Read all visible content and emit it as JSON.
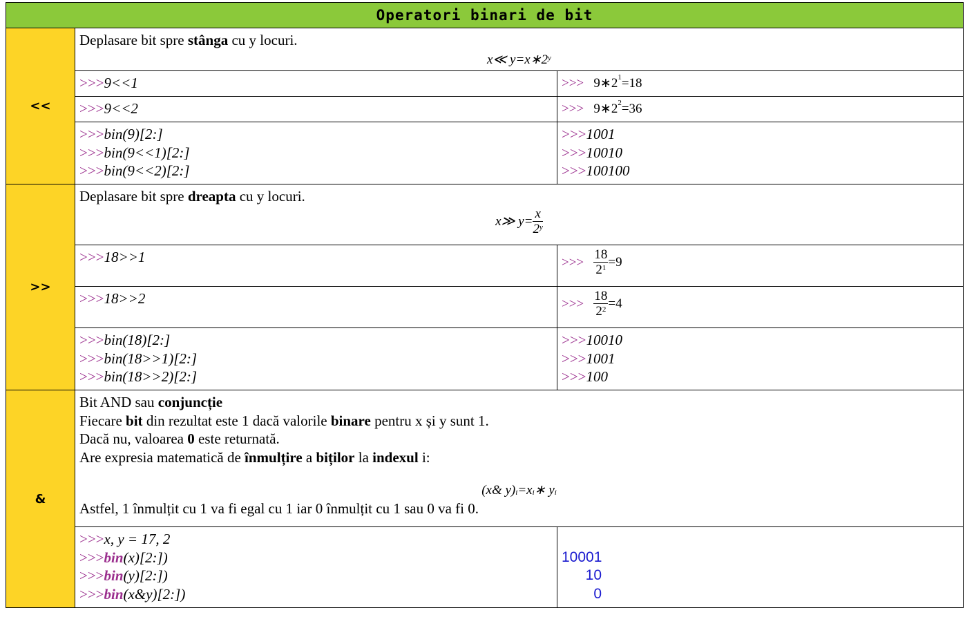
{
  "title": "Operatori binari de bit",
  "prompt": ">>>",
  "shift_left": {
    "symbol": "<<",
    "desc_pre": "Deplasare bit spre ",
    "desc_bold": "stânga",
    "desc_post": " cu y locuri.",
    "ex1_code": "9<<1",
    "ex2_code": "9<<2",
    "bin_lines": [
      "bin(9)[2:]",
      "bin(9<<1)[2:]",
      "bin(9<<2)[2:]"
    ],
    "bin_results": [
      "1001",
      "10010",
      "100100"
    ]
  },
  "shift_right": {
    "symbol": ">>",
    "desc_pre": "Deplasare bit spre ",
    "desc_bold": "dreapta",
    "desc_post": " cu y locuri.",
    "ex1_code": "18>>1",
    "ex2_code": "18>>2",
    "bin_lines": [
      "bin(18)[2:]",
      "bin(18>>1)[2:]",
      "bin(18>>2)[2:]"
    ],
    "bin_results": [
      "10010",
      "1001",
      "100"
    ]
  },
  "and_op": {
    "symbol": "&",
    "line1_pre": "Bit AND sau ",
    "line1_bold": "conjuncție",
    "line2_a": "Fiecare ",
    "line2_b": "bit",
    "line2_c": " din rezultat este 1 dacă valorile ",
    "line2_d": "binare",
    "line2_e": " pentru x și y sunt 1.",
    "line3_a": "Dacă nu, valoarea ",
    "line3_b": "0",
    "line3_c": " este returnată.",
    "line4_a": "Are expresia matematică de ",
    "line4_b": "înmulțire",
    "line4_c": " a ",
    "line4_d": "biților",
    "line4_e": " la ",
    "line4_f": "indexul",
    "line4_g": " i:",
    "line5": "Astfel, 1 înmulțit cu 1 va fi egal cu 1 iar 0 înmulțit cu 1 sau 0 va fi 0.",
    "code_line1": "x, y = 17, 2",
    "code_bin_word": "bin",
    "code_args": [
      "(x)[2:])",
      "(y)[2:])",
      "(x&y)[2:])"
    ],
    "results": [
      "10001",
      "10",
      "0"
    ]
  }
}
